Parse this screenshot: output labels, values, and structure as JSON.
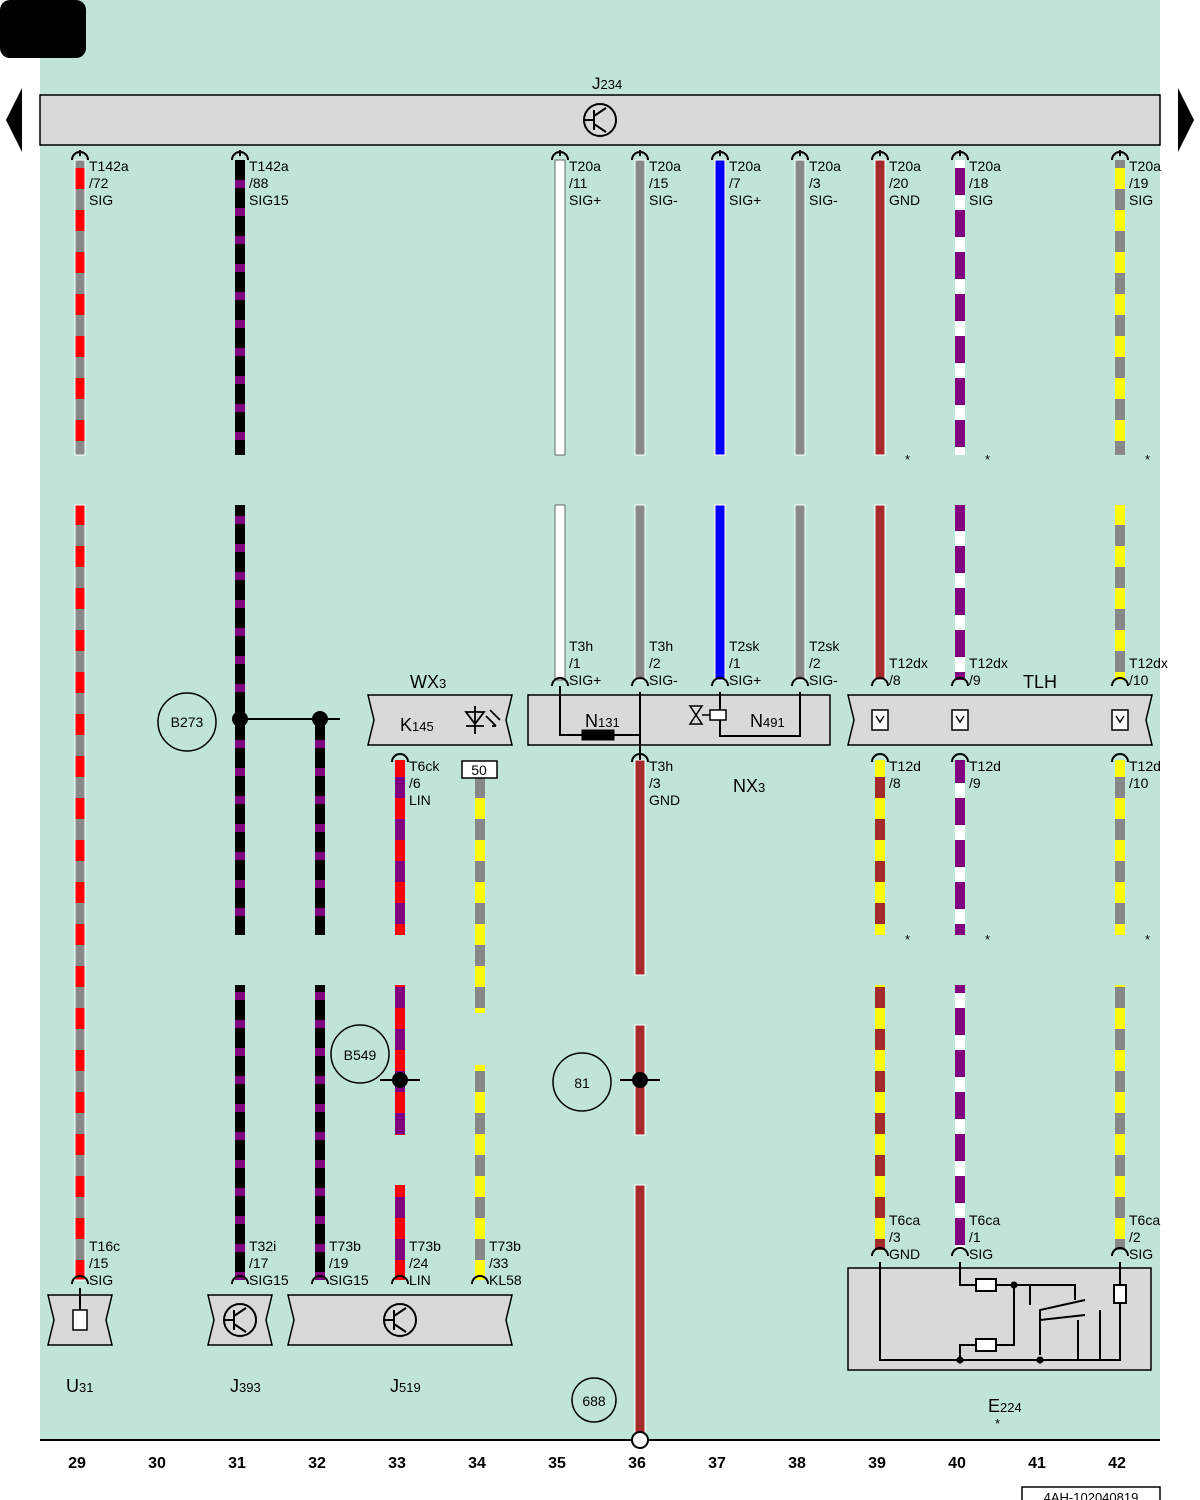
{
  "page_ref": "4AH-102040819",
  "nav": {
    "prev_label": "",
    "next_label": ""
  },
  "colors": {
    "background": "#c0e5d8",
    "component_fill": "#d9d9d9",
    "red": "#ff0000",
    "grey": "#888888",
    "black": "#000000",
    "white": "#ffffff",
    "violet": "#800080",
    "blue": "#0000ff",
    "brown": "#a52a2a",
    "yellow": "#ffff00"
  },
  "components": {
    "J234": {
      "name": "J",
      "sub": "234",
      "icon": "control-unit-transistor-icon"
    },
    "WX3": {
      "name": "WX",
      "sub": "3"
    },
    "K145": {
      "name": "K",
      "sub": "145",
      "icon": "led-lamp-icon"
    },
    "N131": {
      "name": "N",
      "sub": "131"
    },
    "N491": {
      "name": "N",
      "sub": "491",
      "icon": "solenoid-valve-icon"
    },
    "NX3": {
      "name": "NX",
      "sub": "3"
    },
    "TLH": {
      "name": "TLH"
    },
    "U31": {
      "name": "U",
      "sub": "31"
    },
    "J393": {
      "name": "J",
      "sub": "393",
      "icon": "control-unit-transistor-icon"
    },
    "J519": {
      "name": "J",
      "sub": "519",
      "icon": "control-unit-transistor-icon"
    },
    "E224": {
      "name": "E",
      "sub": "224",
      "note": "*"
    },
    "relay_50": "50"
  },
  "ground_points": [
    "B273",
    "B549",
    "81",
    "688"
  ],
  "star": "*",
  "pins": {
    "w29_top": [
      "T142a",
      "/72",
      "SIG"
    ],
    "w31_top": [
      "T142a",
      "/88",
      "SIG15"
    ],
    "w35_top": [
      "T20a",
      "/11",
      "SIG+"
    ],
    "w36_top": [
      "T20a",
      "/15",
      "SIG-"
    ],
    "w37_top": [
      "T20a",
      "/7",
      "SIG+"
    ],
    "w38_top": [
      "T20a",
      "/3",
      "SIG-"
    ],
    "w39_top": [
      "T20a",
      "/20",
      "GND"
    ],
    "w40_top": [
      "T20a",
      "/18",
      "SIG"
    ],
    "w42_top": [
      "T20a",
      "/19",
      "SIG"
    ],
    "w35_mid": [
      "T3h",
      "/1",
      "SIG+"
    ],
    "w36_mid": [
      "T3h",
      "/2",
      "SIG-"
    ],
    "w37_mid": [
      "T2sk",
      "/1",
      "SIG+"
    ],
    "w38_mid": [
      "T2sk",
      "/2",
      "SIG-"
    ],
    "w39_mid": [
      "T12dx",
      "/8"
    ],
    "w40_mid": [
      "T12dx",
      "/9"
    ],
    "w42_mid": [
      "T12dx",
      "/10"
    ],
    "w33_k": [
      "T6ck",
      "/6",
      "LIN"
    ],
    "w36_low": [
      "T3h",
      "/3",
      "GND"
    ],
    "w39_low": [
      "T12d",
      "/8"
    ],
    "w40_low": [
      "T12d",
      "/9"
    ],
    "w42_low": [
      "T12d",
      "/10"
    ],
    "w39_e": [
      "T6ca",
      "/3",
      "GND"
    ],
    "w40_e": [
      "T6ca",
      "/1",
      "SIG"
    ],
    "w42_e": [
      "T6ca",
      "/2",
      "SIG"
    ],
    "w29_bot": [
      "T16c",
      "/15",
      "SIG"
    ],
    "w31_bot": [
      "T32i",
      "/17",
      "SIG15"
    ],
    "w32_bot": [
      "T73b",
      "/19",
      "SIG15"
    ],
    "w33_bot": [
      "T73b",
      "/24",
      "LIN"
    ],
    "w34_bot": [
      "T73b",
      "/33",
      "KL58"
    ]
  },
  "tracks": [
    "29",
    "30",
    "31",
    "32",
    "33",
    "34",
    "35",
    "36",
    "37",
    "38",
    "39",
    "40",
    "41",
    "42"
  ],
  "wires": [
    {
      "id": "29",
      "colors": [
        "red",
        "grey"
      ]
    },
    {
      "id": "31",
      "colors": [
        "black",
        "violet"
      ]
    },
    {
      "id": "32",
      "colors": [
        "black",
        "violet"
      ]
    },
    {
      "id": "33",
      "colors": [
        "red",
        "violet"
      ]
    },
    {
      "id": "34",
      "colors": [
        "grey",
        "yellow"
      ]
    },
    {
      "id": "35",
      "colors": [
        "white"
      ]
    },
    {
      "id": "36",
      "colors": [
        "grey"
      ]
    },
    {
      "id": "36-gnd",
      "colors": [
        "brown"
      ]
    },
    {
      "id": "37",
      "colors": [
        "blue"
      ]
    },
    {
      "id": "38",
      "colors": [
        "grey"
      ]
    },
    {
      "id": "39",
      "colors": [
        "brown"
      ]
    },
    {
      "id": "39-low",
      "colors": [
        "brown",
        "yellow"
      ]
    },
    {
      "id": "40",
      "colors": [
        "violet",
        "white"
      ]
    },
    {
      "id": "42",
      "colors": [
        "grey",
        "yellow"
      ]
    }
  ]
}
